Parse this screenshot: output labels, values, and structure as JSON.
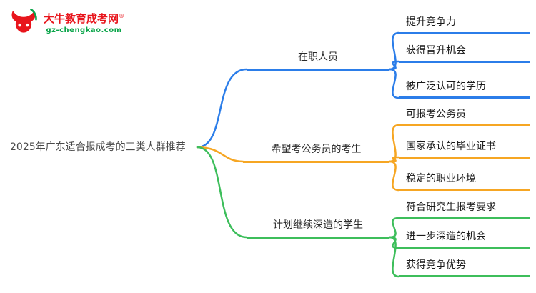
{
  "logo": {
    "site_name": "大牛教育成考网",
    "reg_mark": "®",
    "url": "gz-chengkao.com",
    "red": "#e8151c",
    "green": "#0aa54a"
  },
  "root": {
    "label": "2025年广东适合报成考的三类人群推荐"
  },
  "branches": [
    {
      "label": "在职人员",
      "color": "#2b7de9",
      "children": [
        "提升竞争力",
        "获得晋升机会",
        "被广泛认可的学历"
      ]
    },
    {
      "label": "希望考公务员的考生",
      "color": "#f6a623",
      "children": [
        "可报考公务员",
        "国家承认的毕业证书",
        "稳定的职业环境"
      ]
    },
    {
      "label": "计划继续深造的学生",
      "color": "#3dbe5b",
      "children": [
        "符合研究生报考要求",
        "进一步深造的机会",
        "获得竞争优势"
      ]
    }
  ]
}
